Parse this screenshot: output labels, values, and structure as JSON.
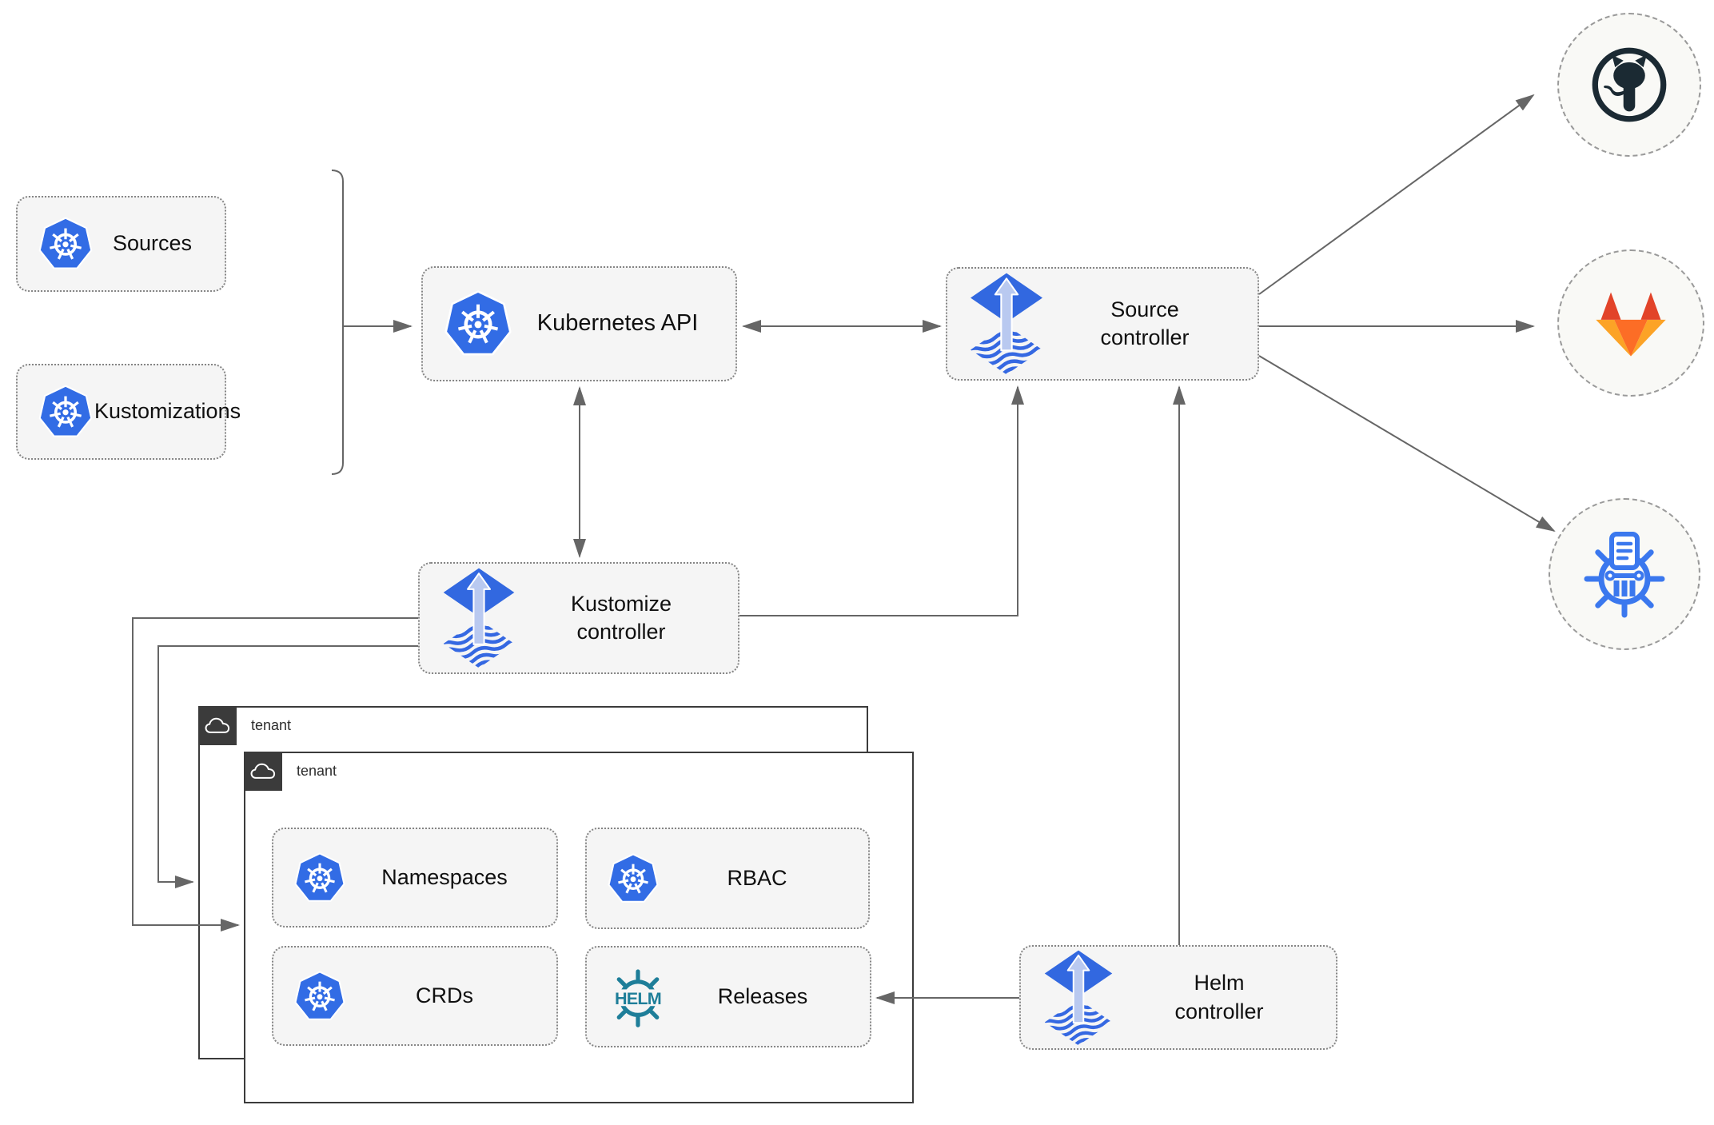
{
  "left_items": [
    {
      "label": "Sources",
      "icon": "kubernetes"
    },
    {
      "label": "Kustomizations",
      "icon": "kubernetes"
    }
  ],
  "nodes": {
    "kubernetes_api": {
      "label": "Kubernetes API",
      "icon": "kubernetes"
    },
    "source_controller": {
      "label": "Source\ncontroller",
      "icon": "flux"
    },
    "kustomize_controller": {
      "label": "Kustomize\ncontroller",
      "icon": "flux"
    },
    "helm_controller": {
      "label": "Helm\ncontroller",
      "icon": "flux"
    }
  },
  "tenants": [
    {
      "label": "tenant"
    },
    {
      "label": "tenant"
    }
  ],
  "tenant_resources": [
    {
      "label": "Namespaces",
      "icon": "kubernetes"
    },
    {
      "label": "RBAC",
      "icon": "kubernetes"
    },
    {
      "label": "CRDs",
      "icon": "kubernetes"
    },
    {
      "label": "Releases",
      "icon": "helm"
    }
  ],
  "helm_logo_text": "HELM",
  "remotes": [
    {
      "icon": "github"
    },
    {
      "icon": "gitlab"
    },
    {
      "icon": "helm-chart-repository"
    }
  ],
  "colors": {
    "kubernetes_blue": "#326ce5",
    "flux_blue": "#3268e0",
    "flux_light_arrow": "#b9c9f0",
    "helm_teal": "#1e7e99",
    "chart_repo_blue": "#3b78ee",
    "github_dark": "#1b2a33",
    "gitlab_red": "#e24329",
    "gitlab_orange": "#fc6d26",
    "gitlab_light_orange": "#fca326",
    "connector_gray": "#666666",
    "box_fill": "#f5f5f5",
    "tenant_tab_dark": "#3b3b3b"
  }
}
